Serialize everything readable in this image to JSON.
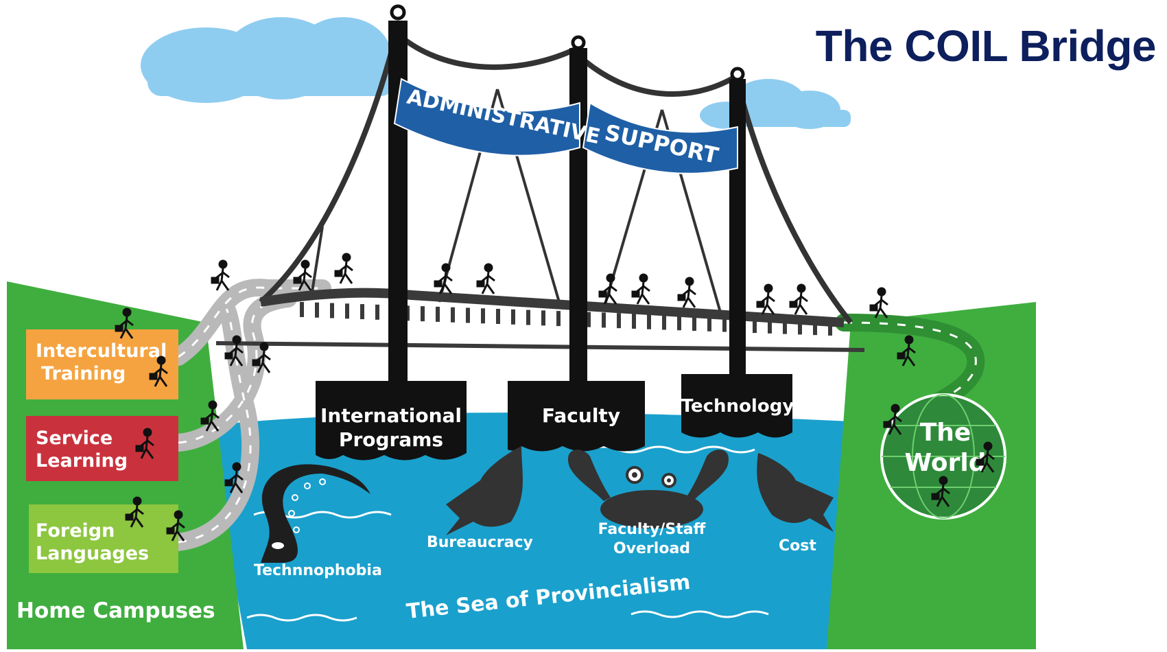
{
  "title": "The COIL Bridge",
  "banner": {
    "left": "ADMINISTRATIVE",
    "right": "SUPPORT"
  },
  "pillars": {
    "left_line1": "International",
    "left_line2": "Programs",
    "middle": "Faculty",
    "right": "Technology"
  },
  "home_campus": {
    "label": "Home Campuses",
    "boxes": [
      {
        "line1": "Intercultural",
        "line2": "Training",
        "color": "#f5a340"
      },
      {
        "line1": "Service",
        "line2": "Learning",
        "color": "#c9323d"
      },
      {
        "line1": "Foreign",
        "line2": "Languages",
        "color": "#8dc63f"
      }
    ]
  },
  "world": {
    "line1": "The",
    "line2": "World"
  },
  "obstacles": {
    "technophobia": "Technnophobia",
    "bureaucracy": "Bureaucracy",
    "overload_line1": "Faculty/Staff",
    "overload_line2": "Overload",
    "cost": "Cost"
  },
  "sea_label": "The Sea of Provincialism",
  "colors": {
    "title": "#0d1f5c",
    "banner": "#1f5fa6",
    "sea": "#1aa0cc",
    "land": "#3fae3f",
    "sky_cloud": "#8fcdf0",
    "pillar": "#111111",
    "world": "#2e8a3a"
  }
}
